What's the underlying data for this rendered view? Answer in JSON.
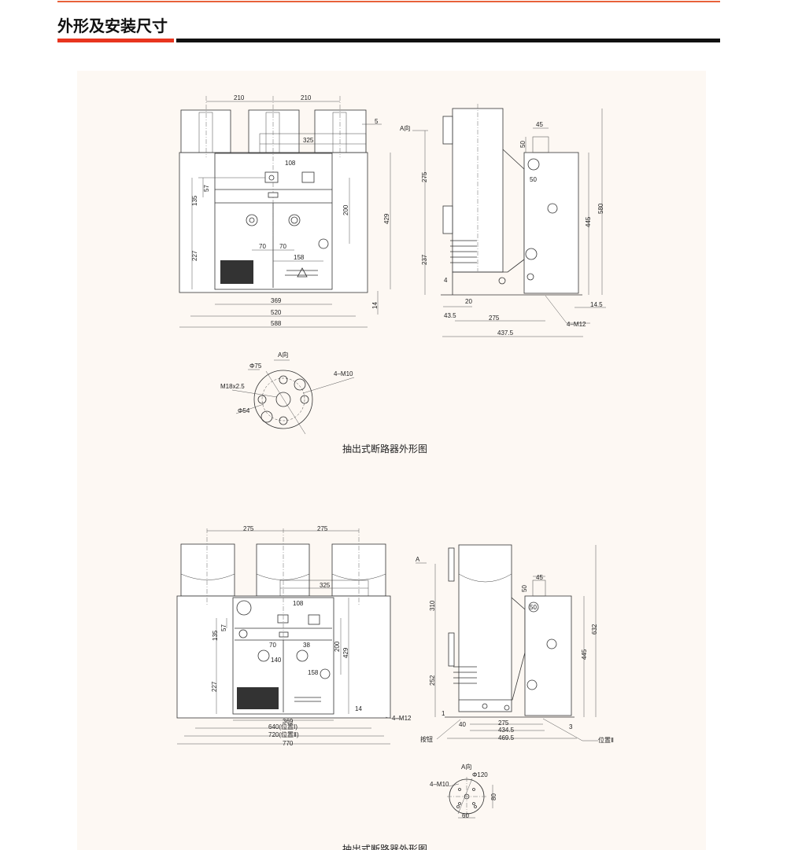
{
  "header": {
    "title": "外形及安装尺寸",
    "accent_color": "#e8351f"
  },
  "drawing1": {
    "front": {
      "d210a": "210",
      "d210b": "210",
      "d5": "5",
      "d325": "325",
      "d108": "108",
      "d57": "57",
      "d135": "135",
      "d227": "227",
      "d200": "200",
      "d429": "429",
      "d70a": "70",
      "d70b": "70",
      "d158": "158",
      "d369": "369",
      "d520": "520",
      "d588": "588",
      "d14": "14"
    },
    "side": {
      "view_a": "A向",
      "d45": "45",
      "d50a": "50",
      "d50b": "50",
      "d275": "275",
      "d237": "237",
      "d445": "445",
      "d580": "580",
      "d4": "4",
      "d20": "20",
      "d43_5": "43.5",
      "d275b": "275",
      "d437_5": "437.5",
      "d14_5": "14.5",
      "m12": "4–M12"
    },
    "flange": {
      "view_a": "A向",
      "phi75": "Φ75",
      "m18": "M18x2.5",
      "phi54": "Φ54",
      "m10": "4–M10"
    },
    "caption": "抽出式断路器外形图"
  },
  "drawing2": {
    "front": {
      "d275a": "275",
      "d275b": "275",
      "d325": "325",
      "d108": "108",
      "d57": "57",
      "d135": "135",
      "d200": "200",
      "d429": "429",
      "d70": "70",
      "d38": "38",
      "d140": "140",
      "d158": "158",
      "d227": "227",
      "d14": "14",
      "m12": "4–M12",
      "d369": "369",
      "d640": "640(位置Ⅰ)",
      "d720": "720(位置Ⅱ)",
      "d770": "770"
    },
    "side": {
      "view_a": "A",
      "d45": "45",
      "d50": "50",
      "c50": "50",
      "d310": "310",
      "d252": "252",
      "d632": "632",
      "d445": "445",
      "d1": "1",
      "d40": "40",
      "d275": "275",
      "d434_5": "434.5",
      "d469_5": "469.5",
      "d3": "3",
      "button": "按钮",
      "pos2": "位置Ⅱ"
    },
    "flange": {
      "view_a": "A向",
      "phi120": "Φ120",
      "m10": "4–M10",
      "d80": "80",
      "d60": "60"
    },
    "caption": "抽出式断路器外形图"
  }
}
